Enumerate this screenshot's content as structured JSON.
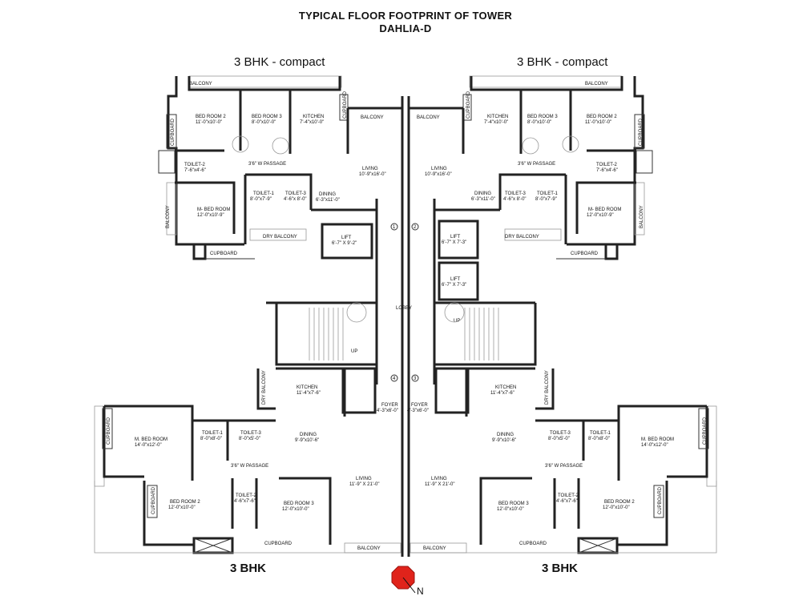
{
  "header": {
    "title_line1": "TYPICAL FLOOR FOOTPRINT OF TOWER",
    "title_line2": "DAHLIA-D"
  },
  "units": {
    "top_left": "3 BHK - compact",
    "top_right": "3 BHK - compact",
    "bottom_left": "3 BHK",
    "bottom_right": "3 BHK"
  },
  "compass": {
    "label": "N"
  },
  "core": {
    "lobby": "LOBBY",
    "up": "UP",
    "lift_a_name": "LIFT",
    "lift_a_size": "6'-7\" X 9'-2\"",
    "lift_b_name": "LIFT",
    "lift_b_size": "6'-7\" X 7'-3\"",
    "lift_c_name": "LIFT",
    "lift_c_size": "6'-7\" X 7'-3\"",
    "flat1": "1",
    "flat2": "2",
    "flat3": "3",
    "flat4": "4"
  },
  "tl": {
    "balcony_top": "BALCONY",
    "bed2_name": "BED ROOM 2",
    "bed2_size": "11'-0\"x10'-0\"",
    "bed3_name": "BED ROOM 3",
    "bed3_size": "8'-0\"x10'-0\"",
    "kitchen_name": "KITCHEN",
    "kitchen_size": "7'-4\"x10'-0\"",
    "cupboard_k": "CUPBOARD",
    "balcony_k": "BALCONY",
    "cupboard_left": "CUPBOARD",
    "toilet2_name": "TOILET-2",
    "toilet2_size": "7'-6\"x4'-6\"",
    "passage": "3'6\" W PASSAGE",
    "living_name": "LIVING",
    "living_size": "10'-9\"x16'-0\"",
    "toilet1_name": "TOILET-1",
    "toilet1_size": "8'-0\"x7'-9\"",
    "toilet3_name": "TOILET-3",
    "toilet3_size": "4'-6\"x 8'-0\"",
    "dining_name": "DINING",
    "dining_size": "6'-3\"x11'-0\"",
    "mbed_name": "M- BED ROOM",
    "mbed_size": "12'-0\"x10'-9\"",
    "balcony_left": "BALCONY",
    "dry_balcony": "DRY BALCONY",
    "cupboard_bottom": "CUPBOARD"
  },
  "tr": {
    "balcony_top": "BALCONY",
    "balcony_k": "BALCONY",
    "cupboard_k": "CUPBOARD",
    "kitchen_name": "KITCHEN",
    "kitchen_size": "7'-4\"x10'-0\"",
    "bed3_name": "BED ROOM 3",
    "bed3_size": "8'-0\"x10'-0\"",
    "bed2_name": "BED ROOM 2",
    "bed2_size": "11'-0\"x10'-0\"",
    "cupboard_right": "CUPBOARD",
    "living_name": "LIVING",
    "living_size": "10'-9\"x16'-0\"",
    "passage": "3'6\" W PASSAGE",
    "toilet2_name": "TOILET-2",
    "toilet2_size": "7'-6\"x4'-6\"",
    "dining_name": "DINING",
    "dining_size": "6'-3\"x11'-0\"",
    "toilet3_name": "TOILET-3",
    "toilet3_size": "4'-6\"x 8'-0\"",
    "toilet1_name": "TOILET-1",
    "toilet1_size": "8'-0\"x7'-9\"",
    "mbed_name": "M- BED ROOM",
    "mbed_size": "12'-0\"x10'-9\"",
    "balcony_right": "BALCONY",
    "dry_balcony": "DRY BALCONY",
    "cupboard_bottom": "CUPBOARD"
  },
  "bl": {
    "dry_balcony": "DRY BALCONY",
    "kitchen_name": "KITCHEN",
    "kitchen_size": "11'-4\"x7'-6\"",
    "foyer_name": "FOYER",
    "foyer_size": "4'-3\"x6'-0\"",
    "cupboard_left": "CUPBOARD",
    "mbed_name": "M. BED ROOM",
    "mbed_size": "14'-0\"x12'-0\"",
    "toilet1_name": "TOILET-1",
    "toilet1_size": "8'-0\"x8'-0\"",
    "toilet3_name": "TOILET-3",
    "toilet3_size": "8'-0\"x5'-0\"",
    "dining_name": "DINING",
    "dining_size": "9'-9\"x10'-6\"",
    "passage": "3'6\" W PASSAGE",
    "living_name": "LIVING",
    "living_size": "11'-9\" X 21'-0\"",
    "cupboard_b2": "CUPBOARD",
    "bed2_name": "BED ROOM 2",
    "bed2_size": "12'-0\"x10'-0\"",
    "toilet2_name": "TOILET-2",
    "toilet2_size": "4'-6\"x7'-6\"",
    "bed3_name": "BED ROOM 3",
    "bed3_size": "12'-0\"x10'-0\"",
    "cupboard_bottom": "CUPBOARD",
    "balcony": "BALCONY"
  },
  "br": {
    "foyer_name": "FOYER",
    "foyer_size": "4'-3\"x6'-0\"",
    "kitchen_name": "KITCHEN",
    "kitchen_size": "11'-4\"x7'-6\"",
    "dry_balcony": "DRY BALCONY",
    "dining_name": "DINING",
    "dining_size": "9'-9\"x10'-6\"",
    "toilet3_name": "TOILET-3",
    "toilet3_size": "8'-0\"x5'-0\"",
    "toilet1_name": "TOILET-1",
    "toilet1_size": "8'-0\"x8'-0\"",
    "mbed_name": "M. BED ROOM",
    "mbed_size": "14'-0\"x12'-0\"",
    "cupboard_right": "CUPBOARD",
    "passage": "3'6\" W PASSAGE",
    "living_name": "LIVING",
    "living_size": "11'-9\" X 21'-0\"",
    "bed3_name": "BED ROOM 3",
    "bed3_size": "12'-0\"x10'-0\"",
    "toilet2_name": "TOILET-2",
    "toilet2_size": "4'-6\"x7'-6\"",
    "bed2_name": "BED ROOM 2",
    "bed2_size": "12'-0\"x10'-0\"",
    "cupboard_b2": "CUPBOARD",
    "cupboard_bottom": "CUPBOARD",
    "balcony": "BALCONY"
  }
}
